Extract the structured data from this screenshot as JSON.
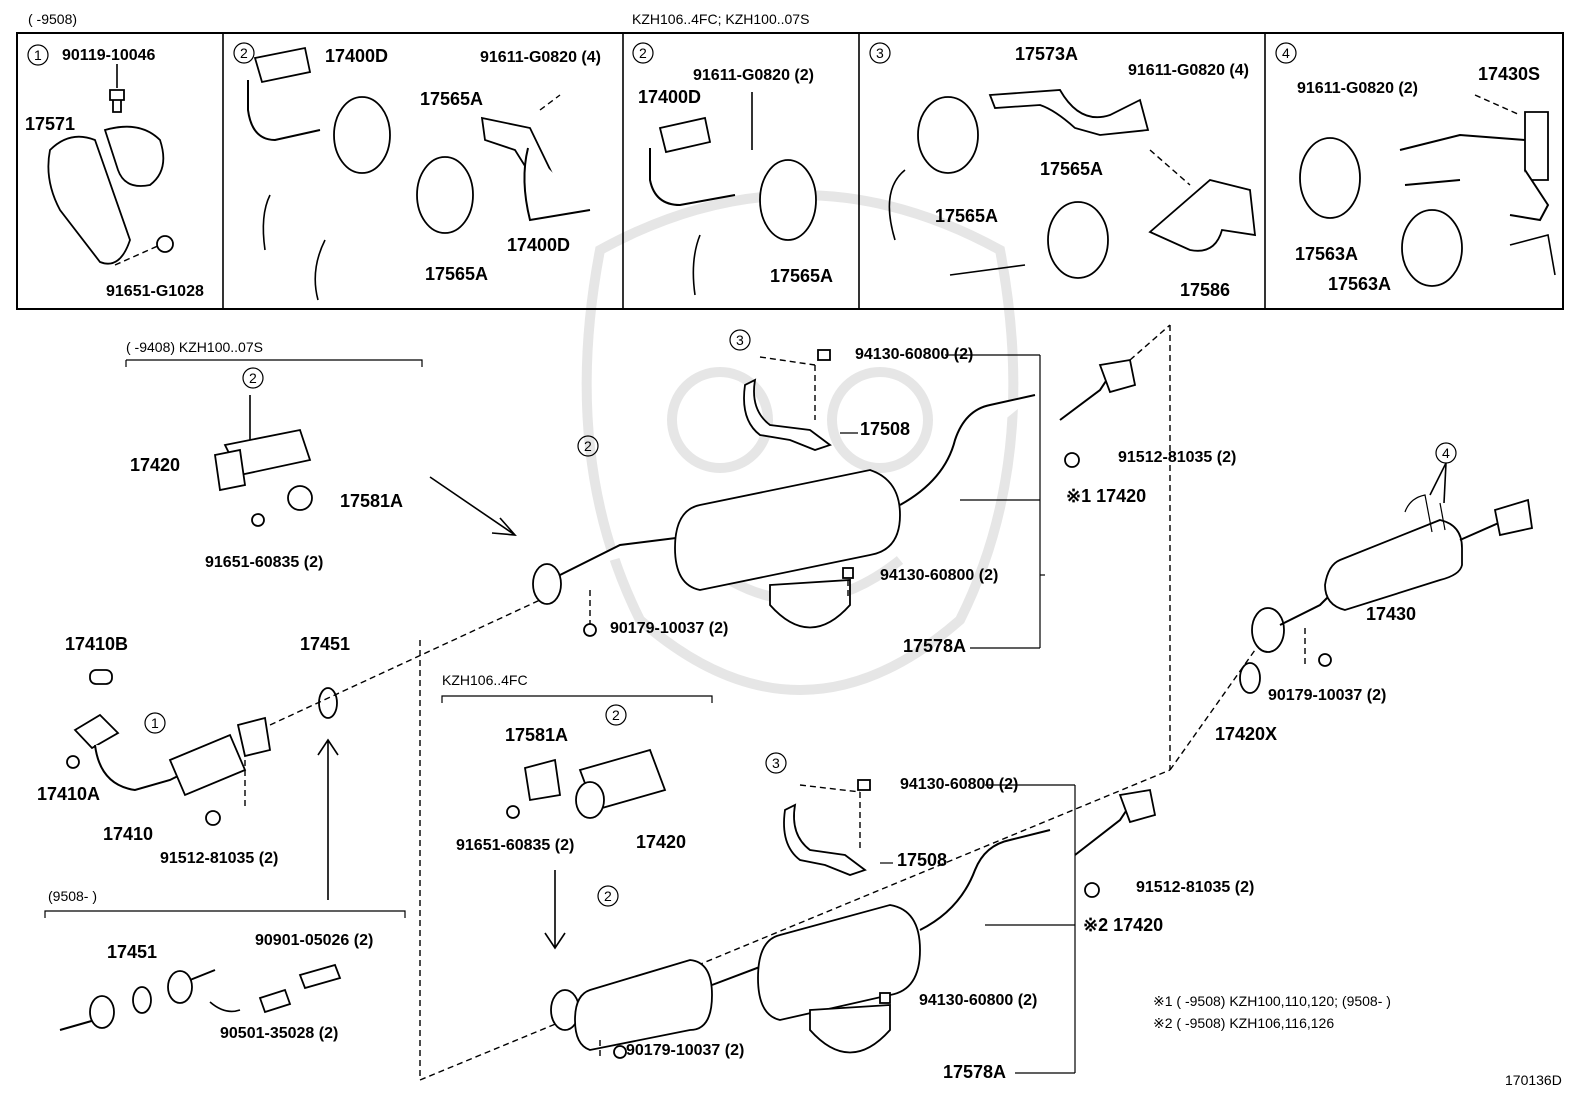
{
  "diagram": {
    "header_left": "(        -9508)",
    "header_center": "KZH106..4FC; KZH100..07S",
    "panels": [
      {
        "num": "1",
        "labels": [
          "90119-10046",
          "17571",
          "91651-G1028"
        ]
      },
      {
        "num": "2",
        "labels": [
          "17400D",
          "91611-G0820 (4)",
          "17565A",
          "17565A",
          "17400D"
        ]
      },
      {
        "num": "2",
        "labels": [
          "91611-G0820 (2)",
          "17400D",
          "17565A"
        ]
      },
      {
        "num": "3",
        "labels": [
          "17573A",
          "91611-G0820 (4)",
          "17565A",
          "17565A",
          "17586"
        ]
      },
      {
        "num": "4",
        "labels": [
          "91611-G0820 (2)",
          "17430S",
          "17563A",
          "17563A"
        ]
      }
    ],
    "group_9408_caption": "(        -9408) KZH100..07S",
    "group_9408_labels": [
      "17420",
      "17581A",
      "91651-60835 (2)"
    ],
    "main_upper_labels": [
      "94130-60800 (2)",
      "17508",
      "91512-81035 (2)",
      "※1 17420",
      "94130-60800 (2)",
      "90179-10037 (2)",
      "17578A"
    ],
    "front_labels": [
      "17410B",
      "17451",
      "17410A",
      "17410",
      "91512-81035 (2)"
    ],
    "tail_labels": [
      "17430",
      "90179-10037 (2)",
      "17420X"
    ],
    "group_9508_caption": "(9508-        )",
    "group_9508_labels": [
      "17451",
      "90901-05026 (2)",
      "90501-35028 (2)"
    ],
    "group_4fc_caption": "KZH106..4FC",
    "group_4fc_labels": [
      "17581A",
      "91651-60835 (2)",
      "17420"
    ],
    "main_lower_labels": [
      "94130-60800 (2)",
      "17508",
      "91512-81035 (2)",
      "※2 17420",
      "94130-60800 (2)",
      "90179-10037 (2)",
      "17578A"
    ],
    "callouts": [
      "1",
      "2",
      "3",
      "4"
    ],
    "notes": [
      "※1 (        -9508) KZH100,110,120; (9508-        )",
      "※2 (        -9508) KZH106,116,126"
    ],
    "diagram_code": "170136D",
    "icons": [
      "arrow-icon",
      "bolt-icon",
      "nut-icon"
    ]
  }
}
